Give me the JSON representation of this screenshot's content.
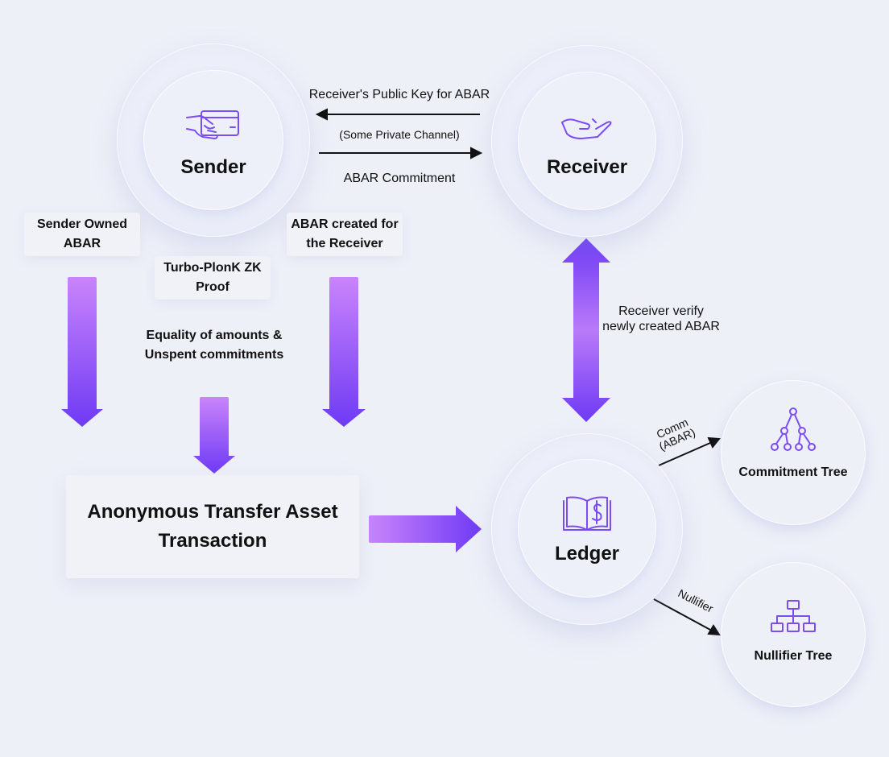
{
  "nodes": {
    "sender": "Sender",
    "receiver": "Receiver",
    "ledger": "Ledger",
    "commitment_tree": "Commitment Tree",
    "nullifier_tree": "Nullifier Tree",
    "transaction": "Anonymous Transfer Asset Transaction"
  },
  "edges": {
    "public_key": "Receiver's Public Key for ABAR",
    "private_channel": "(Some Private Channel)",
    "abar_commitment": "ABAR Commitment",
    "receiver_verify": "Receiver verify newly created ABAR",
    "comm": "Comm",
    "comm_abar": "(ABAR)",
    "nullifier": "Nullifier"
  },
  "cards": {
    "sender_owned": "Sender Owned ABAR",
    "turbo_plonk": "Turbo-PlonK ZK Proof",
    "abar_created": "ABAR created for the Receiver"
  },
  "notes": {
    "equality": "Equality of amounts & Unspent commitments"
  },
  "colors": {
    "arrow_top": "#c57dfb",
    "arrow_bottom": "#6f3cf6",
    "icon": "#7b4cf0"
  }
}
